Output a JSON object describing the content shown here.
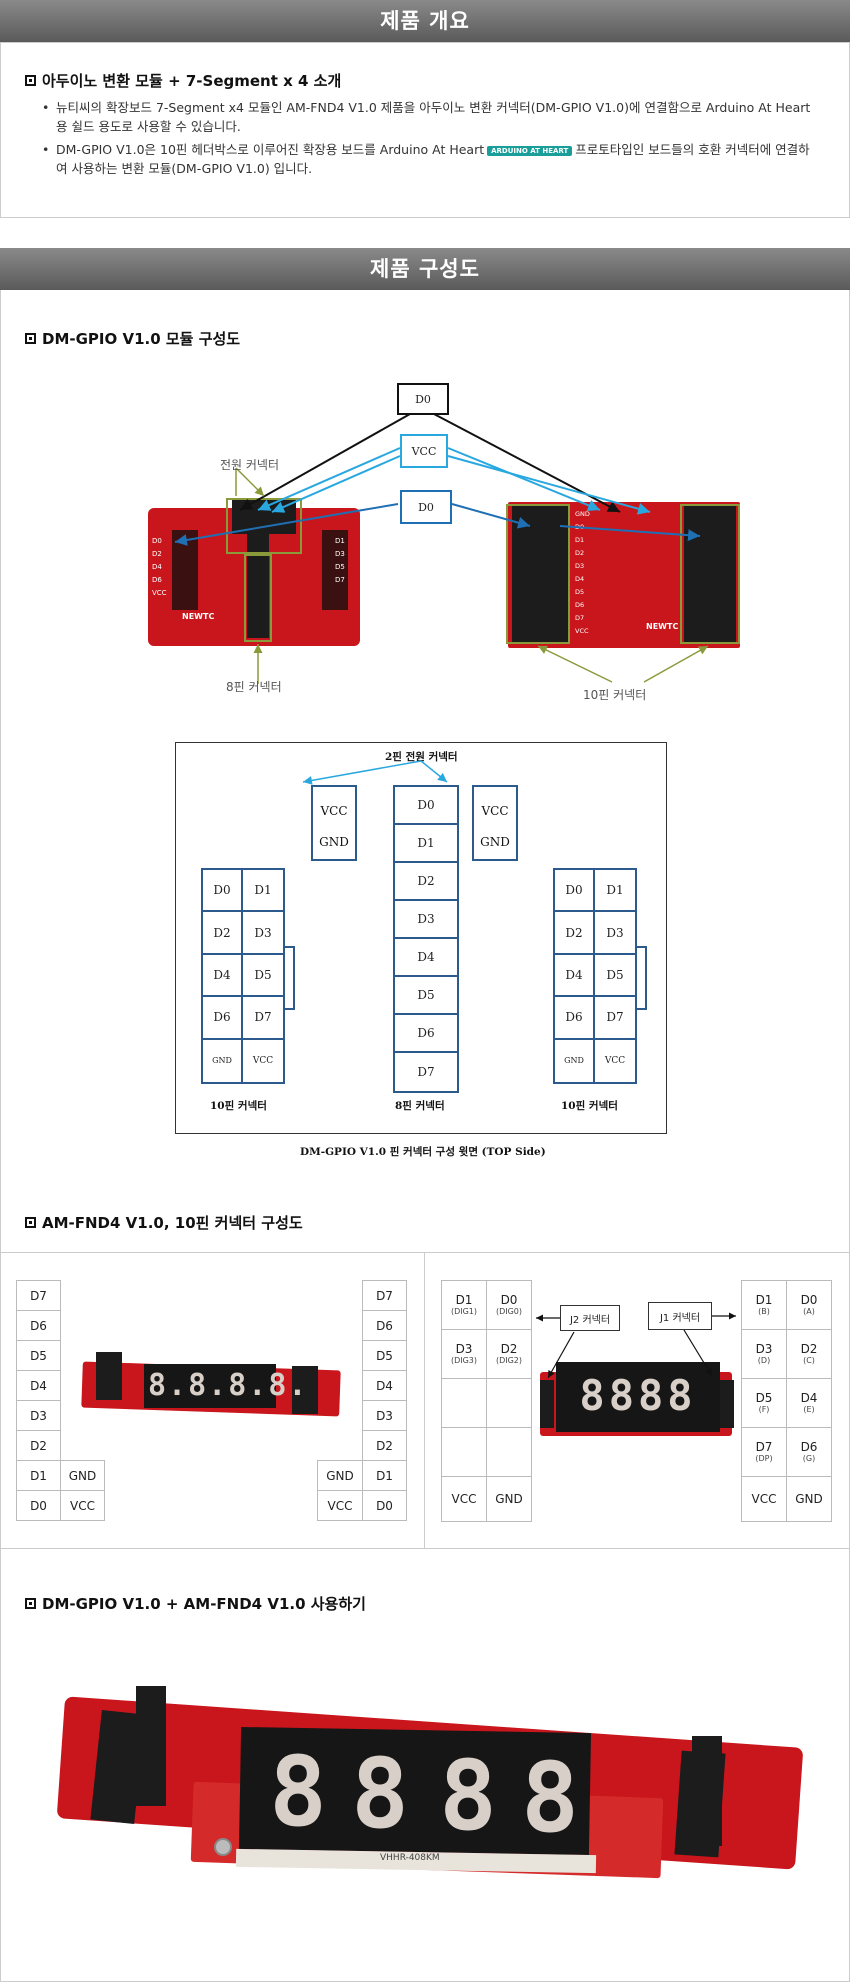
{
  "sections": {
    "overview": {
      "banner": "제품 개요",
      "heading": "아두이노 변환 모듈 + 7-Segment x 4 소개",
      "bullets": [
        "뉴티씨의 확장보드 7-Segment x4 모듈인  AM-FND4 V1.0 제품을 아두이노 변환 커넥터(DM-GPIO V1.0)에 연결함으로 Arduino At Heart용 쉴드 용도로 사용할 수 있습니다.",
        "DM-GPIO V1.0은 10핀 헤더박스로 이루어진 확장용 보드를 Arduino At Heart",
        "프로토타입인 보드들의 호환 커넥터에 연결하여 사용하는 변환 모듈(DM-GPIO V1.0) 입니다."
      ],
      "logo_text": "ARDUINO AT HEART"
    },
    "composition": {
      "banner": "제품 구성도",
      "heading": "DM-GPIO V1.0 모듈 구성도"
    },
    "fnd": {
      "heading": "AM-FND4 V1.0, 10핀 커넥터 구성도"
    },
    "usage": {
      "heading": "DM-GPIO V1.0 + AM-FND4 V1.0 사용하기"
    }
  },
  "photo1": {
    "labels": {
      "power": "전원 커넥터",
      "pin8": "8핀 커넥터",
      "pin10": "10핀 커넥터"
    },
    "callouts": {
      "d0_top": "D0",
      "vcc": "VCC",
      "d0_mid": "D0"
    },
    "board_text": "NEWTC",
    "left_pins": [
      "D0",
      "D2",
      "D4",
      "D6",
      "VCC"
    ],
    "right_pins": [
      "D1",
      "D3",
      "D5",
      "D7"
    ],
    "right_board_pins": [
      "GND",
      "D0",
      "D1",
      "D2",
      "D3",
      "D4",
      "D5",
      "D6",
      "D7",
      "VCC"
    ]
  },
  "pin_diagram": {
    "top_label": "2핀 전원 커넥터",
    "power_left": [
      "VCC",
      "GND"
    ],
    "power_right": [
      "VCC",
      "GND"
    ],
    "center": [
      "D0",
      "D1",
      "D2",
      "D3",
      "D4",
      "D5",
      "D6",
      "D7"
    ],
    "side_rows": [
      [
        "D0",
        "D1"
      ],
      [
        "D2",
        "D3"
      ],
      [
        "D4",
        "D5"
      ],
      [
        "D6",
        "D7"
      ],
      [
        "GND",
        "VCC"
      ]
    ],
    "label_left": "10핀 커넥터",
    "label_center": "8핀 커넥터",
    "label_right": "10핀 커넥터",
    "caption": "DM-GPIO V1.0  핀 커넥터 구성 윗면 (TOP Side)"
  },
  "fnd_left": {
    "left_col": [
      "D7",
      "D6",
      "D5",
      "D4",
      "D3",
      "D2",
      "D1",
      "D0"
    ],
    "left_extra": [
      "GND",
      "VCC"
    ],
    "right_col": [
      "D7",
      "D6",
      "D5",
      "D4",
      "D3",
      "D2",
      "D1",
      "D0"
    ],
    "right_extra": [
      "GND",
      "VCC"
    ],
    "digits": "8.8.8.8."
  },
  "fnd_right": {
    "j2_label": "J2 커넥터",
    "j1_label": "J1 커넥터",
    "left": [
      {
        "main": "D1",
        "sub": "(DIG1)"
      },
      {
        "main": "D0",
        "sub": "(DIG0)"
      },
      {
        "main": "D3",
        "sub": "(DIG3)"
      },
      {
        "main": "D2",
        "sub": "(DIG2)"
      }
    ],
    "left_bottom": [
      "VCC",
      "GND"
    ],
    "right": [
      {
        "main": "D1",
        "sub": "(B)"
      },
      {
        "main": "D0",
        "sub": "(A)"
      },
      {
        "main": "D3",
        "sub": "(D)"
      },
      {
        "main": "D2",
        "sub": "(C)"
      },
      {
        "main": "D5",
        "sub": "(F)"
      },
      {
        "main": "D4",
        "sub": "(E)"
      },
      {
        "main": "D7",
        "sub": "(DP)"
      },
      {
        "main": "D6",
        "sub": "(G)"
      }
    ],
    "right_bottom": [
      "VCC",
      "GND"
    ],
    "digits": "8888"
  },
  "usage_photo": {
    "digits": [
      "8",
      "8",
      "8",
      "8"
    ],
    "part_text": "VHHR-408KM"
  }
}
